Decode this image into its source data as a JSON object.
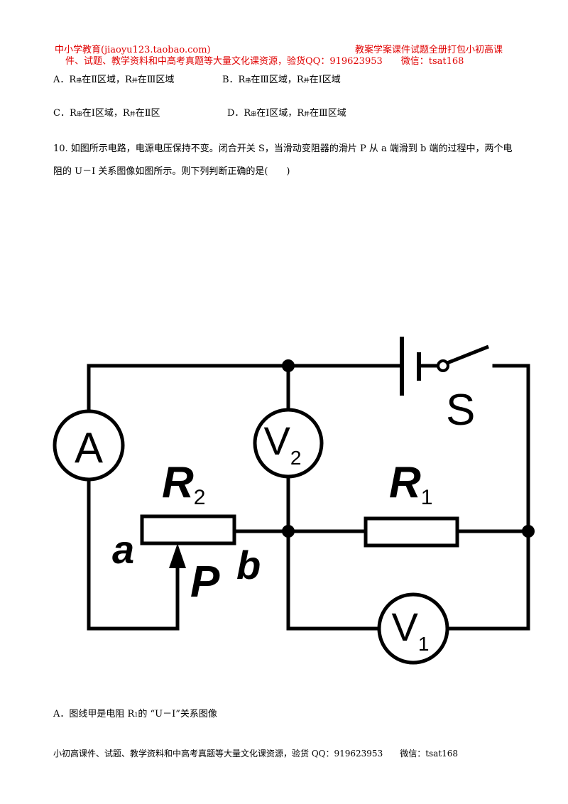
{
  "header": {
    "left": "中小学教育(jiaoyu123.taobao.com)",
    "right_line1": "教案学案课件试题全册打包小初高课",
    "right_line2": "件、试题、教学资料和中高考真题等大量文化课资源，验货QQ：919623953　　微信：tsat168"
  },
  "options_prev": {
    "a_prefix": "A．R",
    "a_sub1": "串",
    "a_mid": "在Ⅱ区域，R",
    "a_sub2": "并",
    "a_end": "在Ⅲ区域",
    "b_prefix": "B．R",
    "b_sub1": "串",
    "b_mid": "在Ⅲ区域，R",
    "b_sub2": "并",
    "b_end": "在Ⅰ区域",
    "c_prefix": "C．R",
    "c_sub1": "串",
    "c_mid": "在Ⅰ区域，R",
    "c_sub2": "并",
    "c_end": "在Ⅱ区",
    "d_prefix": "D．R",
    "d_sub1": "串",
    "d_mid": "在Ⅰ区域，R",
    "d_sub2": "并",
    "d_end": "在Ⅲ区域"
  },
  "question": {
    "line1": "10. 如图所示电路，电源电压保持不变。闭合开关 S，当滑动变阻器的滑片 P 从 a 端滑到 b 端的过程中，两个电",
    "line2": "阻的 U－I 关系图像如图所示。则下列判断正确的是(　　)"
  },
  "circuit": {
    "ammeter": "A",
    "v2_letter": "V",
    "v2_sub": "2",
    "v1_letter": "V",
    "v1_sub": "1",
    "r2_letter": "R",
    "r2_sub": "2",
    "r1_letter": "R",
    "r1_sub": "1",
    "switch": "S",
    "end_a": "a",
    "end_b": "b",
    "slider": "P"
  },
  "option_a": {
    "prefix": "A．图线甲是电阻 R",
    "sub": "1",
    "suffix": "的 “U－I”关系图像"
  },
  "footer": "小初高课件、试题、教学资料和中高考真题等大量文化课资源，验货 QQ：919623953　　微信：tsat168"
}
